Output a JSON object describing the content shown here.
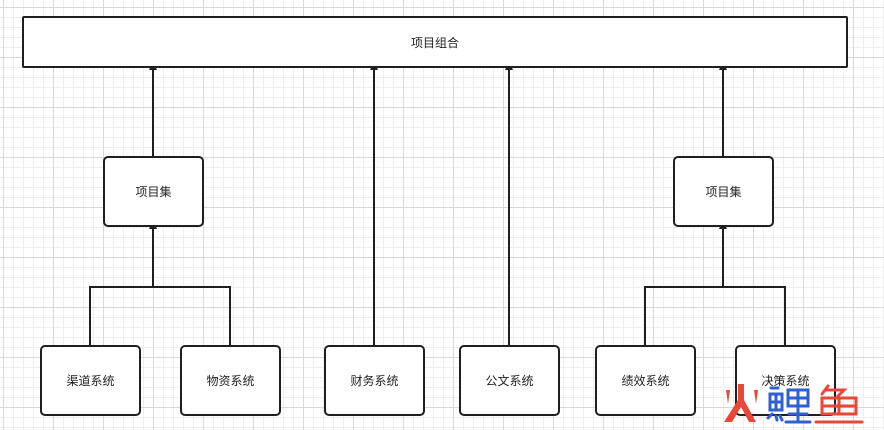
{
  "diagram": {
    "root": {
      "label": "项目组合"
    },
    "program_left": {
      "label": "项目集"
    },
    "program_right": {
      "label": "项目集"
    },
    "systems": [
      {
        "label": "渠道系统"
      },
      {
        "label": "物资系统"
      },
      {
        "label": "财务系统"
      },
      {
        "label": "公文系统"
      },
      {
        "label": "绩效系统"
      },
      {
        "label": "决策系统"
      }
    ]
  },
  "watermark": {
    "text": "火鲤鱼"
  },
  "colors": {
    "line": "#1f1f1f",
    "box_border": "#1f1f1f",
    "grid": "#d9d9d9",
    "watermark_red": "#e8473a",
    "watermark_blue": "#2f5fd0"
  }
}
